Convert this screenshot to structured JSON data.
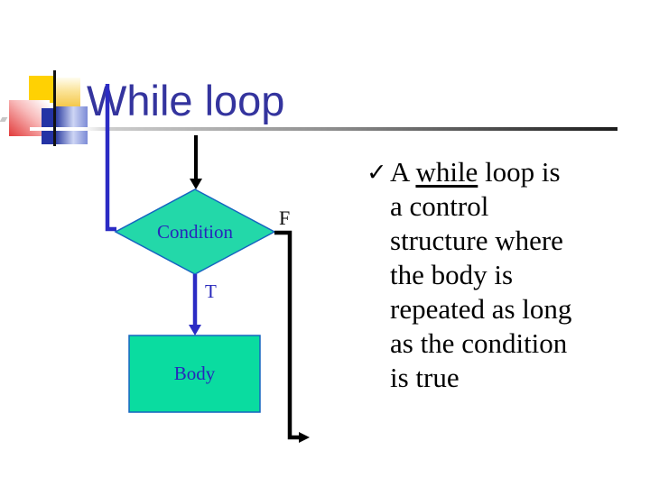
{
  "slide": {
    "title": "While loop"
  },
  "flowchart": {
    "condition_label": "Condition",
    "true_label": "T",
    "false_label": "F",
    "body_label": "Body"
  },
  "bullet": {
    "marker": "✓",
    "line1_prefix": "A ",
    "line1_underline": "while",
    "line1_suffix": " loop is",
    "lines": [
      "a control",
      "structure where",
      "the body is",
      "repeated as long",
      "as the condition",
      "is true"
    ]
  },
  "colors": {
    "title_text": "#34349E",
    "diamond_fill": "#23D8A9",
    "body_fill": "#0ADCA0",
    "shape_border": "#1565C0",
    "flow_blue": "#2B2BC4",
    "flow_black": "#000000",
    "label_blue": "#2727BB",
    "body_text": "#000000"
  }
}
